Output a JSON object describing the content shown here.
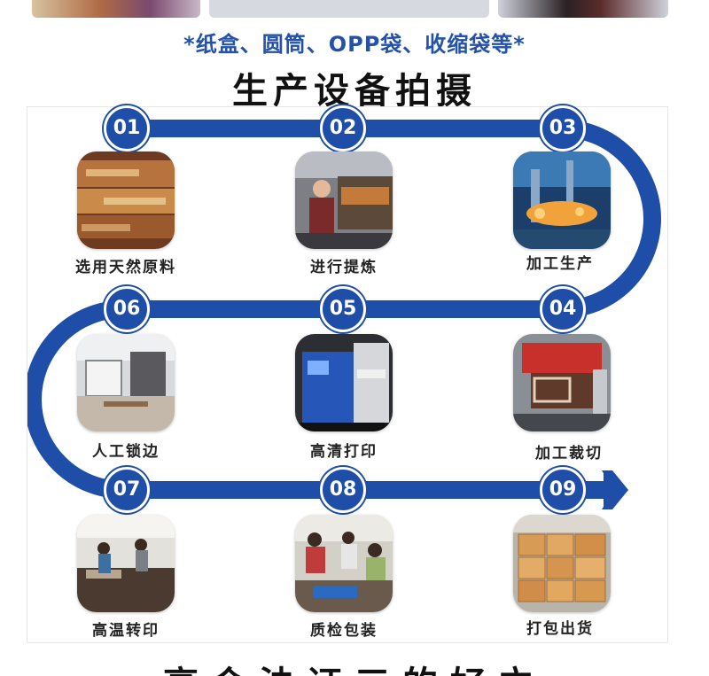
{
  "header": {
    "packaging_note": "*纸盒、圆筒、OPP袋、收缩袋等*",
    "section_title": "生产设备拍摄"
  },
  "steps": [
    {
      "number": "01",
      "label": "选用天然原料"
    },
    {
      "number": "02",
      "label": "进行提炼"
    },
    {
      "number": "03",
      "label": "加工生产"
    },
    {
      "number": "04",
      "label": "加工裁切"
    },
    {
      "number": "05",
      "label": "高清打印"
    },
    {
      "number": "06",
      "label": "人工锁边"
    },
    {
      "number": "07",
      "label": "高温转印"
    },
    {
      "number": "08",
      "label": "质检包装"
    },
    {
      "number": "09",
      "label": "打包出货"
    }
  ],
  "footer": {
    "partial_heading": "高会法证三的好立"
  },
  "colors": {
    "flow_blue": "#1f4ea8",
    "note_blue": "#2352a8",
    "title_black": "#111111"
  }
}
